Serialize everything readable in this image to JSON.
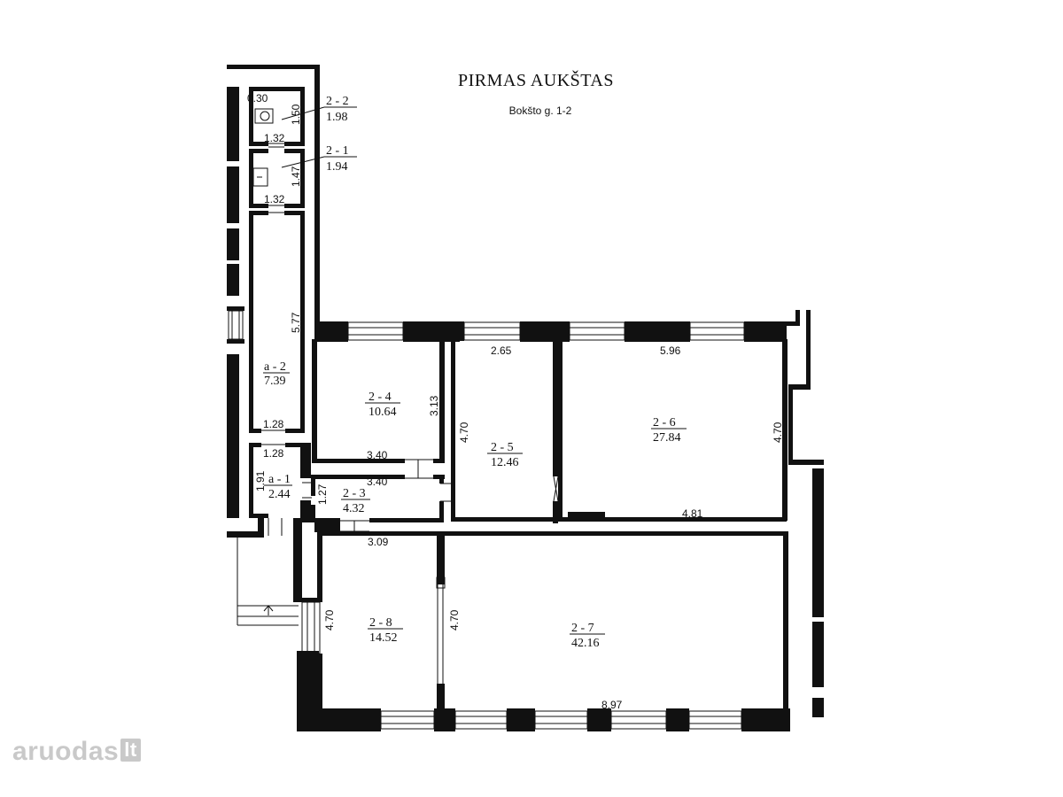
{
  "header": {
    "title": "PIRMAS AUKŠTAS",
    "address": "Bokšto g. 1-2"
  },
  "rooms": [
    {
      "id": "2 - 2",
      "area": "1.98"
    },
    {
      "id": "2 - 1",
      "area": "1.94"
    },
    {
      "id": "a - 2",
      "area": "7.39"
    },
    {
      "id": "a - 1",
      "area": "2.44"
    },
    {
      "id": "2 - 3",
      "area": "4.32"
    },
    {
      "id": "2 - 4",
      "area": "10.64"
    },
    {
      "id": "2 - 5",
      "area": "12.46"
    },
    {
      "id": "2 - 6",
      "area": "27.84"
    },
    {
      "id": "2 - 7",
      "area": "42.16"
    },
    {
      "id": "2 - 8",
      "area": "14.52"
    }
  ],
  "dimensions": [
    "0.30",
    "1.50",
    "1.32",
    "1.47",
    "1.32",
    "5.77",
    "1.28",
    "1.28",
    "1.91",
    "1.27",
    "3.40",
    "3.40",
    "3.13",
    "2.65",
    "4.70",
    "5.96",
    "4.70",
    "4.81",
    "3.09",
    "4.70",
    "4.70",
    "8.97"
  ],
  "watermark": {
    "brand": "aruodas",
    "tld": "lt"
  }
}
